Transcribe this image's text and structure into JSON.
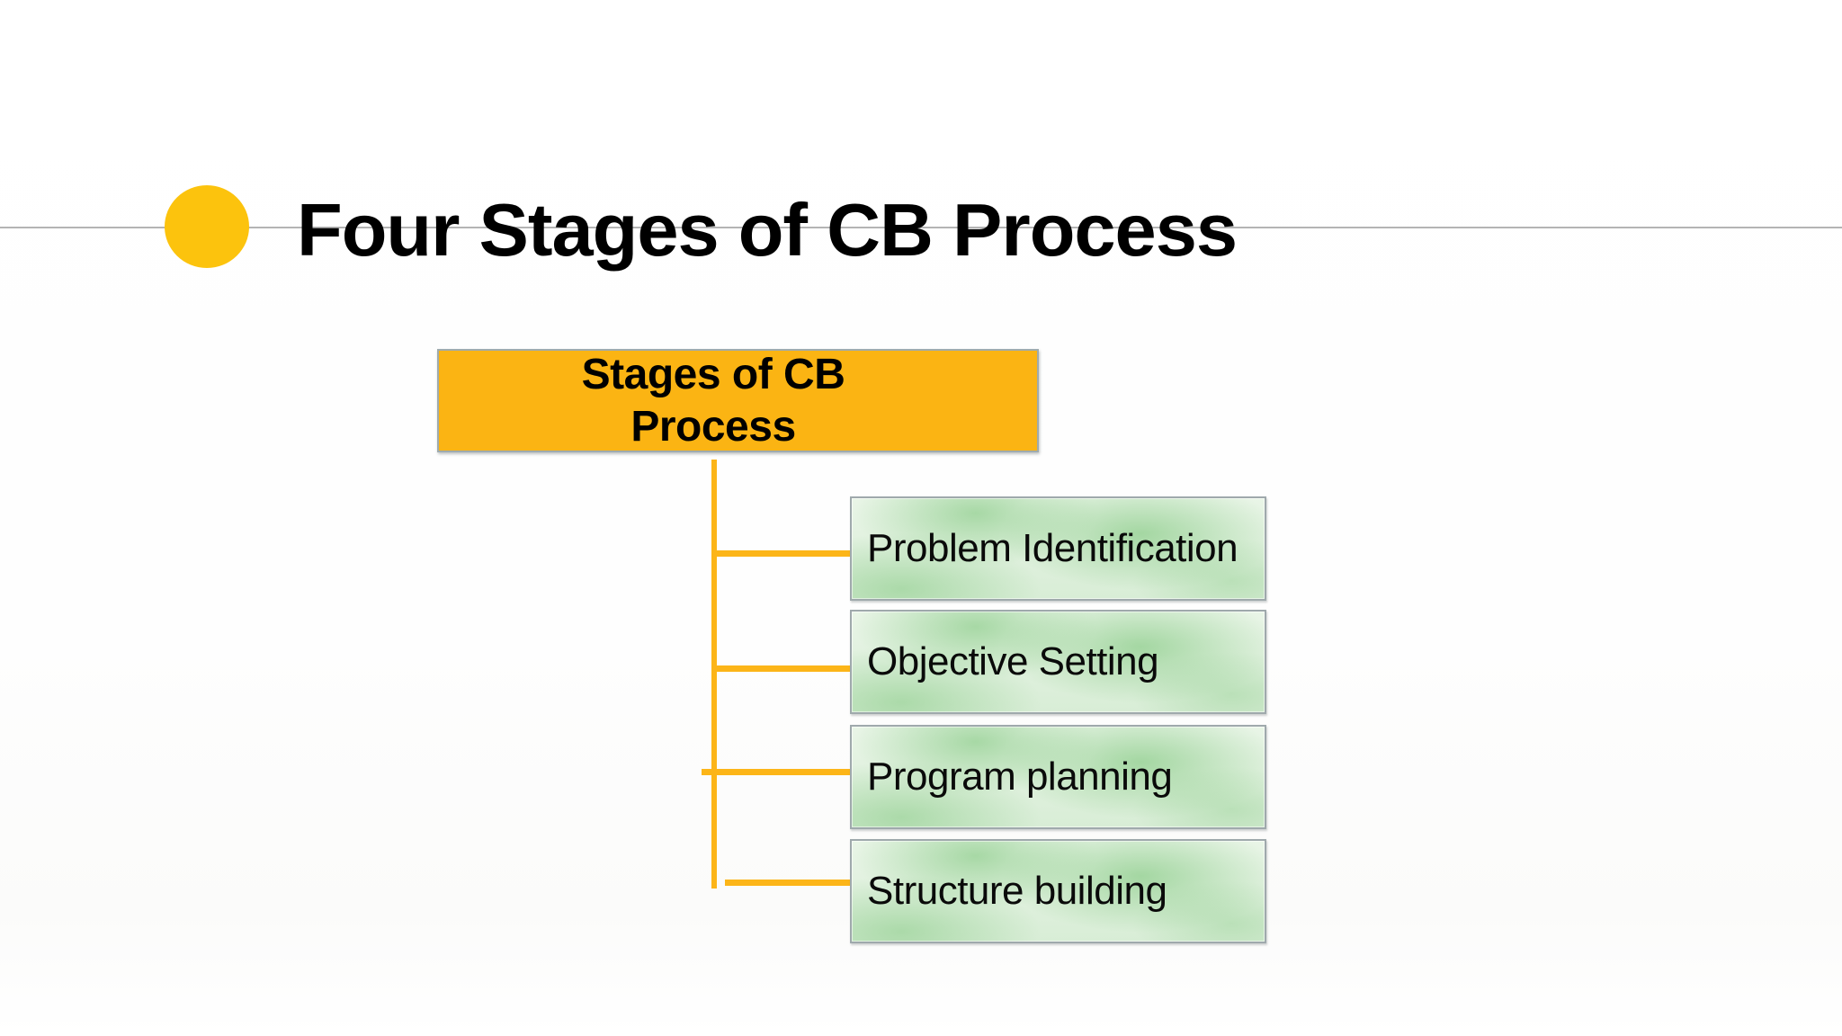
{
  "slide": {
    "background_color": "#FFFFFF",
    "rule_color": "#B4B4B4",
    "title": {
      "text": "Four Stages of CB Process",
      "color": "#000000",
      "bullet_color": "#FCC30D"
    },
    "diagram": {
      "root": {
        "label_line1": "Stages of CB",
        "label_line2": "Process",
        "fill": "#FBB413",
        "border": "#9FABAE",
        "text_color": "#000000"
      },
      "connector_color": "#FCB518",
      "stages": [
        {
          "label": "Problem Identification"
        },
        {
          "label": "Objective Setting"
        },
        {
          "label": "Program planning"
        },
        {
          "label": "Structure building"
        }
      ],
      "stage_fill_light": "#E9F5E7",
      "stage_fill_green": "#9CD29A",
      "stage_border": "#9FA9AC",
      "stage_text_color": "#0A0A0A"
    }
  }
}
